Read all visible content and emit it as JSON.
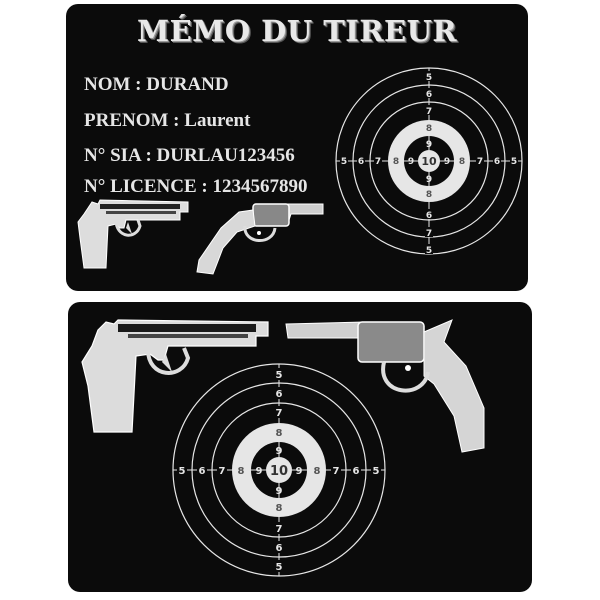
{
  "card_front": {
    "title": "MÉMO DU TIREUR",
    "fields": [
      {
        "label": "NOM : ",
        "value": "DURAND"
      },
      {
        "label": "PRENOM : ",
        "value": "Laurent"
      },
      {
        "label": "N° SIA : ",
        "value": "DURLAU123456"
      },
      {
        "label": "N° LICENCE : ",
        "value": "1234567890"
      }
    ],
    "images": [
      "pistol-icon",
      "revolver-icon"
    ],
    "target": {
      "rings": [
        "5",
        "6",
        "7",
        "8",
        "9",
        "10"
      ]
    }
  },
  "card_back": {
    "images": [
      "pistol-icon",
      "revolver-icon"
    ],
    "target": {
      "rings": [
        "5",
        "6",
        "7",
        "8",
        "9",
        "10"
      ]
    }
  },
  "colors": {
    "card_bg": "#0b0b0b",
    "print": "#e8e8e8"
  }
}
